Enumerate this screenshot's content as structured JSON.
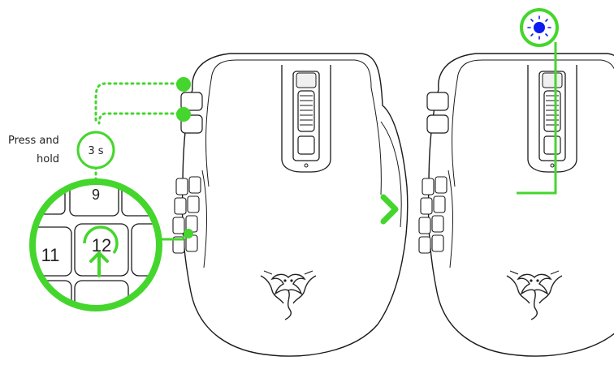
{
  "instruction": {
    "line1": "Press and",
    "line2": "hold",
    "duration": "3 s"
  },
  "keypad_zoom": {
    "keys": [
      "9",
      "11",
      "12"
    ]
  },
  "icons": {
    "arrow": "chevron-right-icon",
    "led": "led-indicator-icon",
    "press": "press-arrow-icon",
    "logo": "razer-logo-icon"
  },
  "colors": {
    "accent": "#44d62c",
    "led": "#0a1cf0",
    "outline": "#1a1a1a"
  }
}
